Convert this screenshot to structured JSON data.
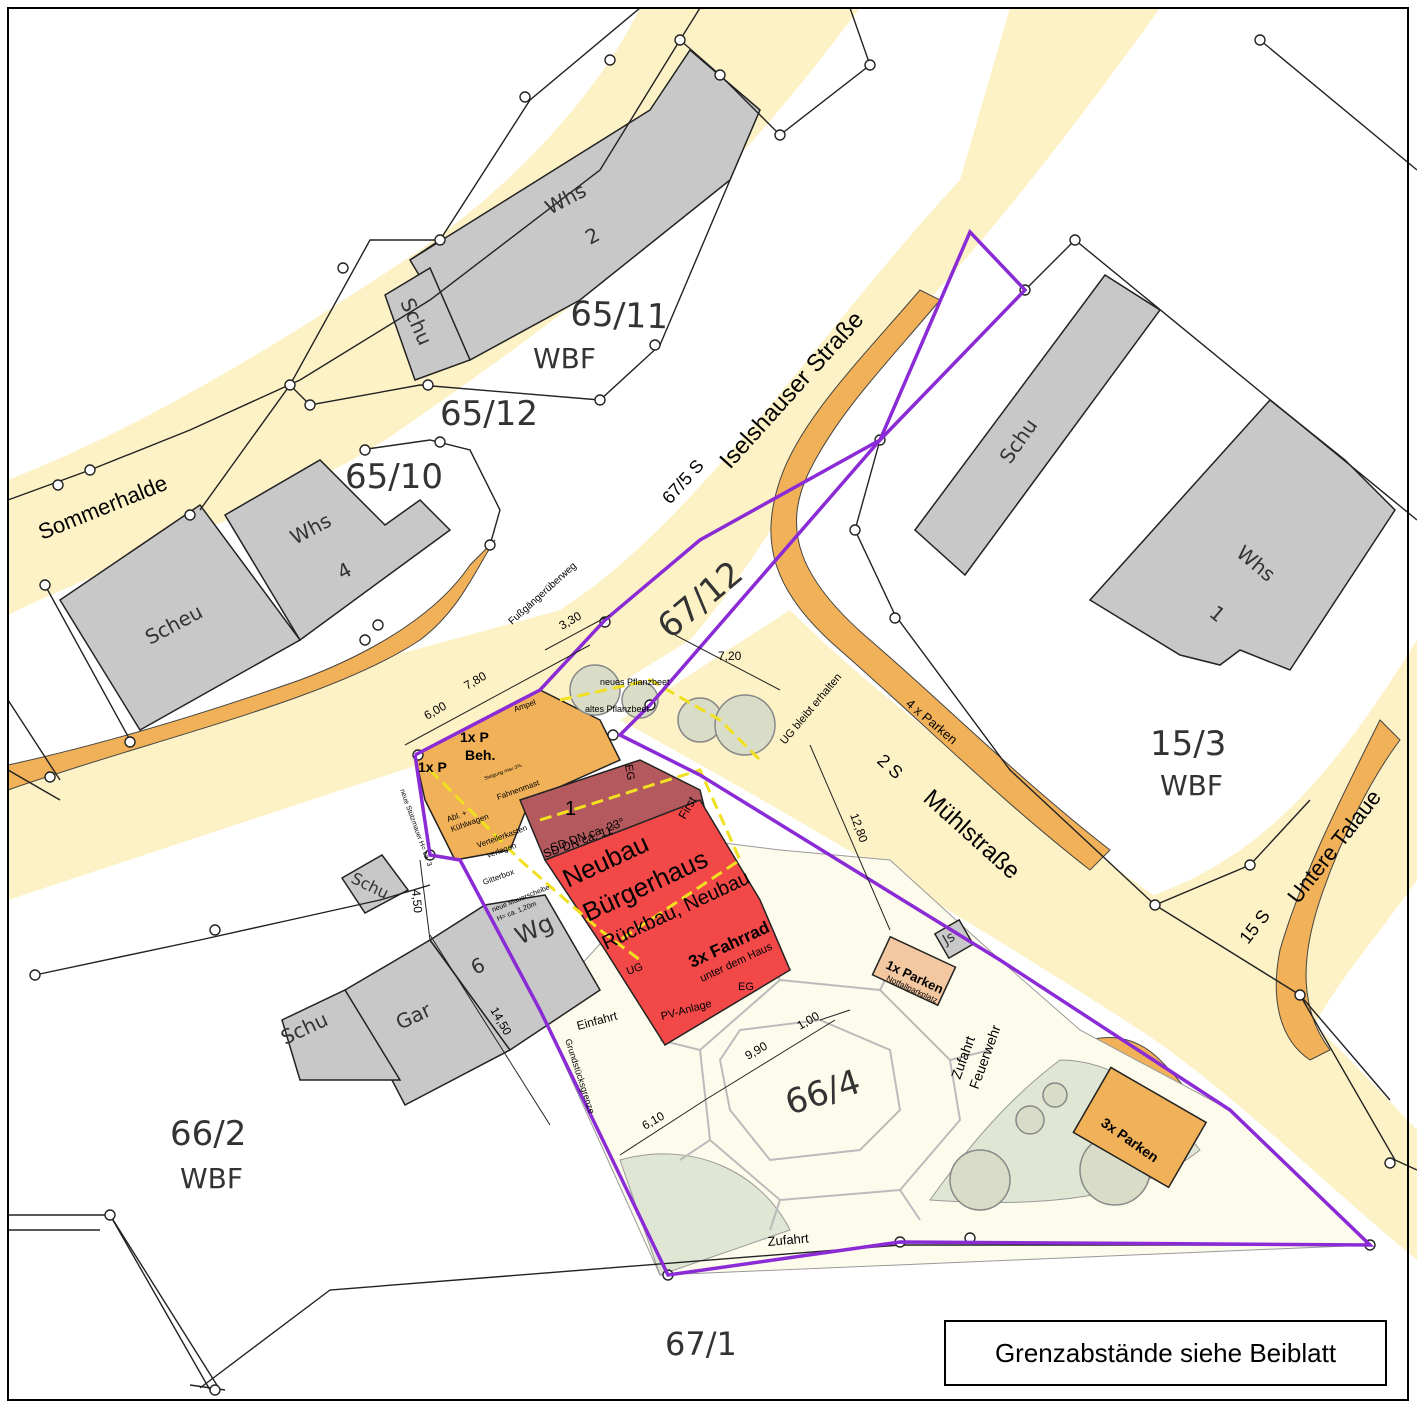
{
  "streets": {
    "sommerhalde": "Sommerhalde",
    "iselshauser": "Iselshauser Straße",
    "iselshauser_nr": "67/5  S",
    "muehlstrasse": "Mühlstraße",
    "muehl_nr": "2  S",
    "untere_talaue": "Untere Talaue",
    "untere_nr": "15  S"
  },
  "parcels": {
    "p65_11": "65/11",
    "p65_11_use": "WBF",
    "p65_12": "65/12",
    "p65_10": "65/10",
    "p67_12": "67/12",
    "p15_3": "15/3",
    "p15_3_use": "WBF",
    "p66_2": "66/2",
    "p66_2_use": "WBF",
    "p66_4": "66/4",
    "p67_1": "67/1"
  },
  "buildings": {
    "whs2": "Whs",
    "whs2_nr": "2",
    "schu_a": "Schu",
    "whs4": "Whs",
    "whs4_nr": "4",
    "scheu": "Scheu",
    "schu_b": "Schu",
    "whs1": "Whs",
    "whs1_nr": "1",
    "schu_c": "Schu",
    "gar": "Gar",
    "gar_nr": "6",
    "wg": "Wg",
    "schu_d": "Schu",
    "js": "Js"
  },
  "project": {
    "title_1": "Neubau",
    "title_2": "Bürgerhaus",
    "subtitle": "Rückbau, Neubau",
    "bike": "3x Fahrrad",
    "bike_note": "unter dem Haus",
    "building_no": "1",
    "roof_1": "SD DN ca. 23°",
    "roof_2": "SD DN ca. 11°",
    "first": "First",
    "eg_1": "EG",
    "eg_2": "EG",
    "ug": "UG",
    "pv": "PV-Anlage",
    "einfahrt": "Einfahrt",
    "zufahrt": "Zufahrt",
    "zufahrt_fw_1": "Zufahrt",
    "zufahrt_fw_2": "Feuerwehr",
    "grenze": "Grundstücksgrenze",
    "fussgaenger": "Fußgängerüberweg",
    "pflanzbeet_neu": "neues Pflanzbeet",
    "pflanzbeet_alt": "altes Pflanzbeet",
    "ug_erhalten": "UG bleibt erhalten",
    "four_parken": "4 x Parken",
    "parken_1": "1x P",
    "parken_beh_1": "1x P",
    "parken_beh_2": "Beh.",
    "ampel": "Ampel",
    "fahnenmast": "Fahnenmast",
    "abl": "Abl. +",
    "kuehlwagen": "Kühlwagen",
    "verteiler_1": "Verteilerkasten",
    "verteiler_2": "verlegen",
    "gitterbox": "Gitterbox",
    "mauerscheibe_1": "neue Mauerscheibe",
    "mauerscheibe_2": "H= ca. 1,20m",
    "stuetzmauer": "neue Stützmauer H= ca. 3",
    "steigung": "Steigung max 3%",
    "parken_not_1": "1x Parken",
    "parken_not_2": "Notfallparkplatz",
    "parken_3x": "3x Parken"
  },
  "dimensions": {
    "d600": "6,00",
    "d780": "7,80",
    "d330": "3,30",
    "d720": "7,20",
    "d1280": "12,80",
    "d450": "4,50",
    "d1450": "14,50",
    "d610": "6,10",
    "d990": "9,90",
    "d100": "1,00"
  },
  "legend": "Grenzabstände siehe Beiblatt",
  "colors": {
    "street": "#fdf2c6",
    "sidewalk": "#f0b158",
    "building": "#c8c8c8",
    "neubau": "#f24848",
    "rueckbau": "#b45a5e",
    "boundary": "#8a2bd6",
    "plaza": "#fdfbeb",
    "green": "#dfe6d3"
  }
}
